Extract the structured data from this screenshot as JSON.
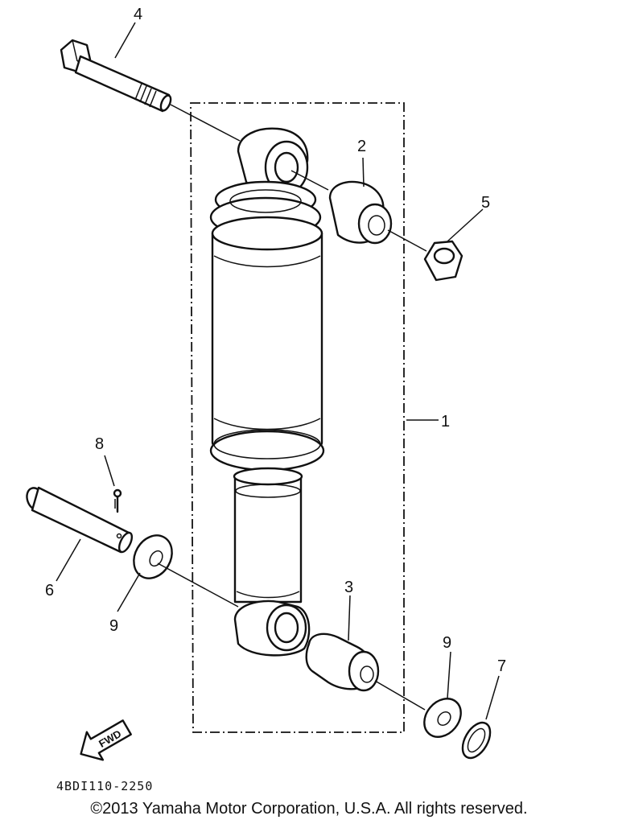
{
  "diagram": {
    "callouts": {
      "c1": "1",
      "c2": "2",
      "c3": "3",
      "c4": "4",
      "c5": "5",
      "c6": "6",
      "c7": "7",
      "c8": "8",
      "c9a": "9",
      "c9b": "9"
    },
    "fwd_label": "FWD",
    "diagram_code": "4BDI110-2250"
  },
  "footer": {
    "copyright": "©2013 Yamaha Motor Corporation, U.S.A. All rights reserved."
  }
}
